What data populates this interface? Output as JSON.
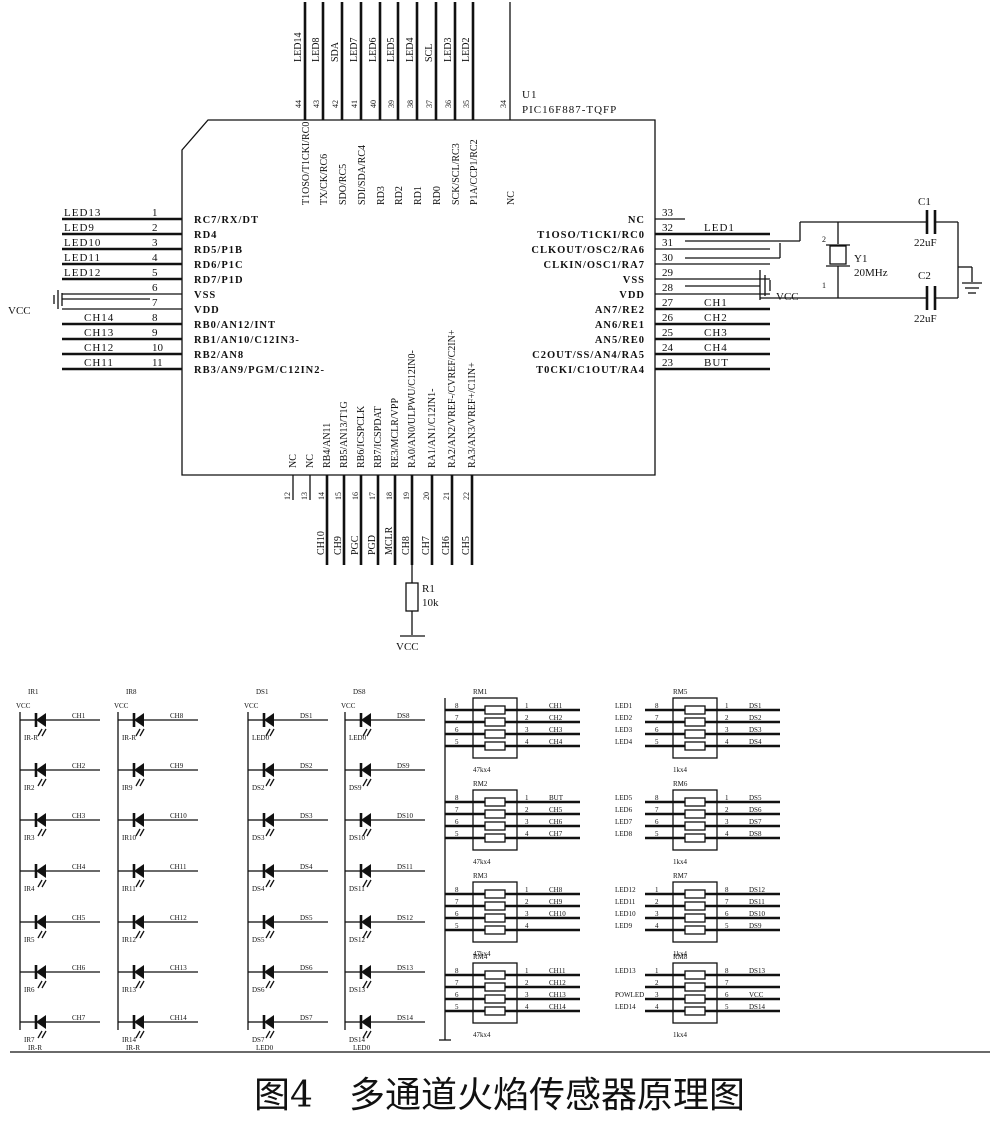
{
  "caption": "图4　多通道火焰传感器原理图",
  "chip": {
    "ref": "U1",
    "part": "PIC16F887-TQFP",
    "top_pins": [
      {
        "num": "44",
        "func": "T1OSO/T1CKI/RC0",
        "net": "LED14"
      },
      {
        "num": "43",
        "func": "TX/CK/RC6",
        "net": "LED8"
      },
      {
        "num": "42",
        "func": "SDO/RC5",
        "net": "SDA"
      },
      {
        "num": "41",
        "func": "SDI/SDA/RC4",
        "net": "LED7"
      },
      {
        "num": "40",
        "func": "RD3",
        "net": "LED6"
      },
      {
        "num": "39",
        "func": "RD2",
        "net": "LED5"
      },
      {
        "num": "38",
        "func": "RD1",
        "net": "LED4"
      },
      {
        "num": "37",
        "func": "RD0",
        "net": "SCL"
      },
      {
        "num": "36",
        "func": "SCK/SCL/RC3",
        "net": "LED3"
      },
      {
        "num": "35",
        "func": "P1A/CCP1/RC2",
        "net": "LED2"
      },
      {
        "num": "34",
        "func": "NC",
        "net": ""
      }
    ],
    "left_pins": [
      {
        "num": "1",
        "func": "RC7/RX/DT",
        "net": "LED13"
      },
      {
        "num": "2",
        "func": "RD4",
        "net": "LED9"
      },
      {
        "num": "3",
        "func": "RD5/P1B",
        "net": "LED10"
      },
      {
        "num": "4",
        "func": "RD6/P1C",
        "net": "LED11"
      },
      {
        "num": "5",
        "func": "RD7/P1D",
        "net": "LED12"
      },
      {
        "num": "6",
        "func": "VSS",
        "net": ""
      },
      {
        "num": "7",
        "func": "VDD",
        "net": ""
      },
      {
        "num": "8",
        "func": "RB0/AN12/INT",
        "net": "CH14"
      },
      {
        "num": "9",
        "func": "RB1/AN10/C12IN3-",
        "net": "CH13"
      },
      {
        "num": "10",
        "func": "RB2/AN8",
        "net": "CH12"
      },
      {
        "num": "11",
        "func": "RB3/AN9/PGM/C12IN2-",
        "net": "CH11"
      }
    ],
    "right_pins": [
      {
        "num": "33",
        "func": "NC",
        "net": ""
      },
      {
        "num": "32",
        "func": "T1OSO/T1CKI/RC0",
        "net": "LED1"
      },
      {
        "num": "31",
        "func": "CLKOUT/OSC2/RA6",
        "net": ""
      },
      {
        "num": "30",
        "func": "CLKIN/OSC1/RA7",
        "net": ""
      },
      {
        "num": "29",
        "func": "VSS",
        "net": ""
      },
      {
        "num": "28",
        "func": "VDD",
        "net": ""
      },
      {
        "num": "27",
        "func": "AN7/RE2",
        "net": "CH1"
      },
      {
        "num": "26",
        "func": "AN6/RE1",
        "net": "CH2"
      },
      {
        "num": "25",
        "func": "AN5/RE0",
        "net": "CH3"
      },
      {
        "num": "24",
        "func": "C2OUT/SS/AN4/RA5",
        "net": "CH4"
      },
      {
        "num": "23",
        "func": "T0CKI/C1OUT/RA4",
        "net": "BUT"
      }
    ],
    "bottom_pins": [
      {
        "num": "12",
        "func": "NC",
        "net": ""
      },
      {
        "num": "13",
        "func": "NC",
        "net": ""
      },
      {
        "num": "14",
        "func": "RB4/AN11",
        "net": "CH10"
      },
      {
        "num": "15",
        "func": "RB5/AN13/T1G",
        "net": "CH9"
      },
      {
        "num": "16",
        "func": "RB6/ICSPCLK",
        "net": "PGC"
      },
      {
        "num": "17",
        "func": "RB7/ICSPDAT",
        "net": "PGD"
      },
      {
        "num": "18",
        "func": "RE3/MCLR/VPP",
        "net": "MCLR"
      },
      {
        "num": "19",
        "func": "RA0/AN0/ULPWU/C12IN0-",
        "net": "CH8"
      },
      {
        "num": "20",
        "func": "RA1/AN1/C12IN1-",
        "net": "CH7"
      },
      {
        "num": "21",
        "func": "RA2/AN2/VREF-/CVREF/C2IN+",
        "net": "CH6"
      },
      {
        "num": "22",
        "func": "RA3/AN3/VREF+/C1IN+",
        "net": "CH5"
      }
    ]
  },
  "power": {
    "vcc": "VCC"
  },
  "crystal": {
    "ref": "Y1",
    "value": "20MHz",
    "pin1": "1",
    "pin2": "2"
  },
  "caps": [
    {
      "ref": "C1",
      "value": "22uF"
    },
    {
      "ref": "C2",
      "value": "22uF"
    }
  ],
  "resistor": {
    "ref": "R1",
    "value": "10k"
  },
  "ir_columns": [
    {
      "head": "IR1",
      "foot": "IR-R",
      "items": [
        {
          "label": "IR-R",
          "net": "CH1"
        },
        {
          "label": "IR2",
          "net": "CH2"
        },
        {
          "label": "IR3",
          "net": "CH3"
        },
        {
          "label": "IR4",
          "net": "CH4"
        },
        {
          "label": "IR5",
          "net": "CH5"
        },
        {
          "label": "IR6",
          "net": "CH6"
        },
        {
          "label": "IR7",
          "net": "CH7"
        }
      ]
    },
    {
      "head": "IR8",
      "foot": "IR-R",
      "items": [
        {
          "label": "IR-R",
          "net": "CH8"
        },
        {
          "label": "IR9",
          "net": "CH9"
        },
        {
          "label": "IR10",
          "net": "CH10"
        },
        {
          "label": "IR11",
          "net": "CH11"
        },
        {
          "label": "IR12",
          "net": "CH12"
        },
        {
          "label": "IR13",
          "net": "CH13"
        },
        {
          "label": "IR14",
          "net": "CH14"
        }
      ]
    }
  ],
  "led_columns": [
    {
      "head": "DS1",
      "foot": "LED0",
      "items": [
        {
          "label": "LED0",
          "net": "DS1"
        },
        {
          "label": "DS2",
          "net": "DS2"
        },
        {
          "label": "DS3",
          "net": "DS3"
        },
        {
          "label": "DS4",
          "net": "DS4"
        },
        {
          "label": "DS5",
          "net": "DS5"
        },
        {
          "label": "DS6",
          "net": "DS6"
        },
        {
          "label": "DS7",
          "net": "DS7"
        }
      ]
    },
    {
      "head": "DS8",
      "foot": "LED0",
      "items": [
        {
          "label": "LED0",
          "net": "DS8"
        },
        {
          "label": "DS9",
          "net": "DS9"
        },
        {
          "label": "DS10",
          "net": "DS10"
        },
        {
          "label": "DS11",
          "net": "DS11"
        },
        {
          "label": "DS12",
          "net": "DS12"
        },
        {
          "label": "DS13",
          "net": "DS13"
        },
        {
          "label": "DS14",
          "net": "DS14"
        }
      ]
    }
  ],
  "left_networks": [
    {
      "ref": "RM1",
      "value": "47kx4",
      "pins": [
        "1",
        "2",
        "3",
        "4"
      ],
      "nets": [
        "CH1",
        "CH2",
        "CH3",
        "CH4"
      ],
      "lpins": [
        "8",
        "7",
        "6",
        "5"
      ]
    },
    {
      "ref": "RM2",
      "value": "47kx4",
      "pins": [
        "1",
        "2",
        "3",
        "4"
      ],
      "nets": [
        "BUT",
        "CH5",
        "CH6",
        "CH7"
      ],
      "lpins": [
        "8",
        "7",
        "6",
        "5"
      ]
    },
    {
      "ref": "RM3",
      "value": "47kx4",
      "pins": [
        "1",
        "2",
        "3",
        "4"
      ],
      "nets": [
        "CH8",
        "CH9",
        "CH10",
        ""
      ],
      "lpins": [
        "8",
        "7",
        "6",
        "5"
      ]
    },
    {
      "ref": "RM4",
      "value": "47kx4",
      "pins": [
        "1",
        "2",
        "3",
        "4"
      ],
      "nets": [
        "CH11",
        "CH12",
        "CH13",
        "CH14"
      ],
      "lpins": [
        "8",
        "7",
        "6",
        "5"
      ]
    }
  ],
  "right_networks": [
    {
      "ref": "RM5",
      "value": "1kx4",
      "lnets": [
        "LED1",
        "LED2",
        "LED3",
        "LED4"
      ],
      "lpins": [
        "8",
        "7",
        "6",
        "5"
      ],
      "pins": [
        "1",
        "2",
        "3",
        "4"
      ],
      "nets": [
        "DS1",
        "DS2",
        "DS3",
        "DS4"
      ]
    },
    {
      "ref": "RM6",
      "value": "1kx4",
      "lnets": [
        "LED5",
        "LED6",
        "LED7",
        "LED8"
      ],
      "lpins": [
        "8",
        "7",
        "6",
        "5"
      ],
      "pins": [
        "1",
        "2",
        "3",
        "4"
      ],
      "nets": [
        "DS5",
        "DS6",
        "DS7",
        "DS8"
      ]
    },
    {
      "ref": "RM7",
      "value": "1kx4",
      "lnets": [
        "LED12",
        "LED11",
        "LED10",
        "LED9"
      ],
      "lpins": [
        "1",
        "2",
        "3",
        "4"
      ],
      "pins": [
        "8",
        "7",
        "6",
        "5"
      ],
      "nets": [
        "DS12",
        "DS11",
        "DS10",
        "DS9"
      ]
    },
    {
      "ref": "RM8",
      "value": "1kx4",
      "lnets": [
        "LED13",
        "",
        "POWLED",
        "LED14"
      ],
      "lpins": [
        "1",
        "2",
        "3",
        "4"
      ],
      "pins": [
        "8",
        "7",
        "6",
        "5"
      ],
      "nets": [
        "DS13",
        "",
        "VCC",
        "DS14"
      ]
    }
  ]
}
